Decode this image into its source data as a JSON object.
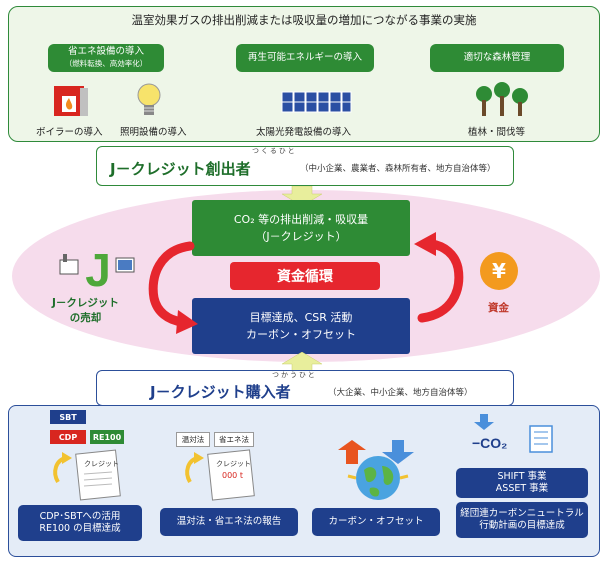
{
  "top": {
    "title": "温室効果ガスの排出削減または吸収量の増加につながる事業の実施",
    "categories": [
      {
        "line1": "省エネ設備の導入",
        "line2": "（燃料転換、高効率化）"
      },
      {
        "line1": "再生可能エネルギーの導入"
      },
      {
        "line1": "適切な森林管理"
      }
    ],
    "items": [
      "ボイラーの導入",
      "照明設備の導入",
      "太陽光発電設備の導入",
      "植林・間伐等"
    ]
  },
  "creators": {
    "title": "J－クレジット創出者",
    "ruby": "つくるひと",
    "sub": "（中小企業、農業者、森林所有者、地方自治体等）"
  },
  "center": {
    "top_line1": "CO₂ 等の排出削減・吸収量",
    "top_line2": "（J－クレジット）",
    "middle": "資金循環",
    "bottom_line1": "目標達成、CSR 活動",
    "bottom_line2": "カーボン・オフセット",
    "sale_line1": "J－クレジット",
    "sale_line2": "の売却",
    "logo_letter": "J",
    "fund_symbol": "¥",
    "fund_label": "資金"
  },
  "buyers": {
    "title": "J－クレジット購入者",
    "ruby": "つかうひと",
    "sub": "（大企業、中小企業、地方自治体等）"
  },
  "bottom": {
    "tags": {
      "sbt": "SBT",
      "cdp": "CDP",
      "re100": "RE100",
      "ontaiho": "温対法",
      "shoene": "省エネ法",
      "credit": "クレジット",
      "amount": "000 t",
      "co2": "−CO₂"
    },
    "items": [
      {
        "line1": "CDP･SBTへの活用",
        "line2": "RE100 の目標達成"
      },
      {
        "line1": "温対法・省エネ法の報告"
      },
      {
        "line1": "カーボン・オフセット"
      },
      {
        "line1": "SHIFT 事業",
        "line2": "ASSET 事業"
      },
      {
        "line1": "経団連カーボンニュートラル",
        "line2": "行動計画の目標達成"
      }
    ]
  },
  "colors": {
    "green": "#2e8b35",
    "navy": "#1f3f8c",
    "red": "#e6262e",
    "pink": "#f6dcec",
    "arrow": "#e8ee9c",
    "fund": "#f39a1e"
  }
}
